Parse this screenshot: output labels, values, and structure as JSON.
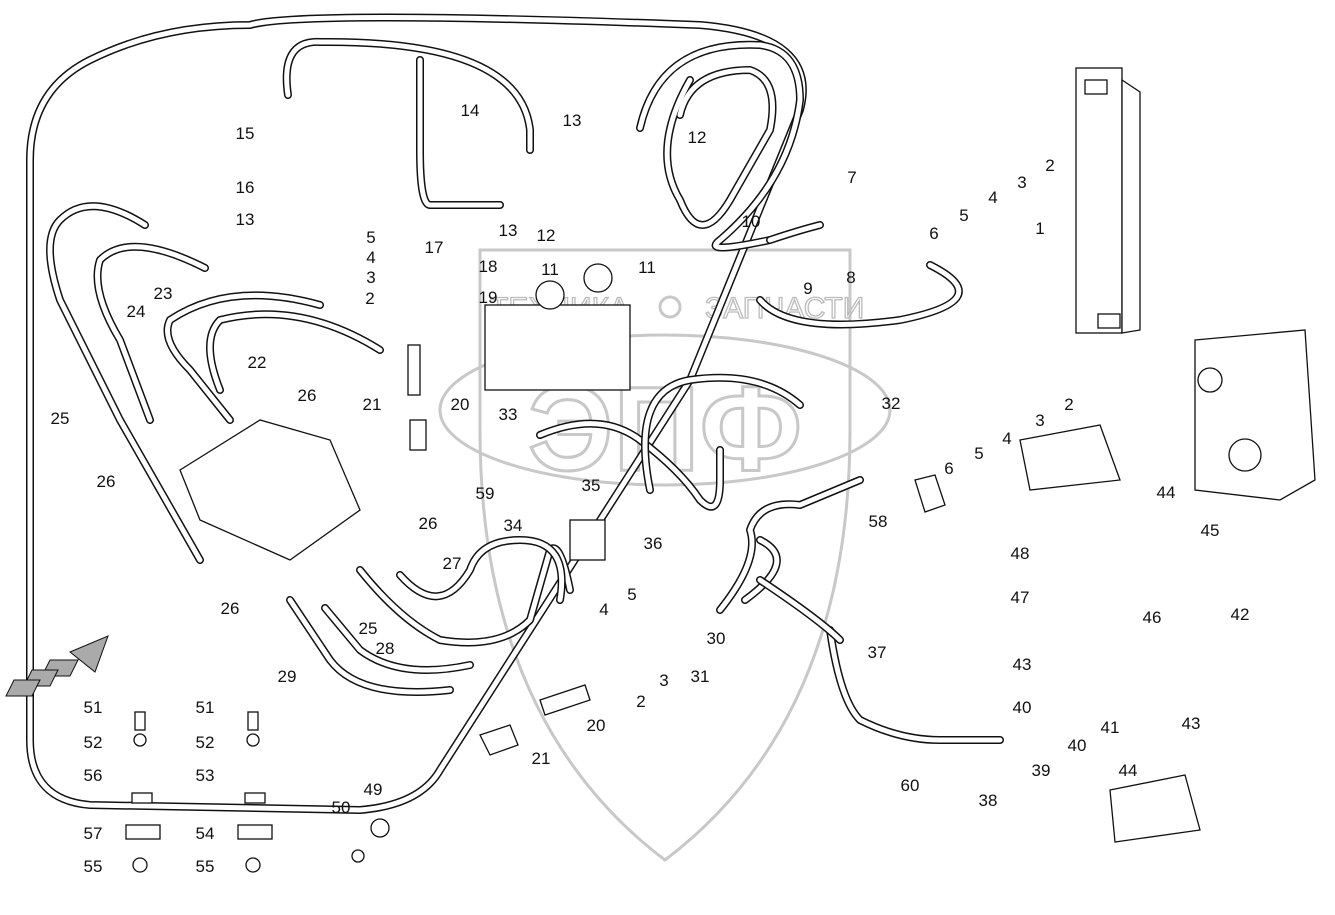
{
  "watermark": {
    "left_text": "ТЕХНИКА",
    "right_text": "ЗАПЧАСТИ",
    "logo_letters": "ЭПФ",
    "color": "#c8c8c8"
  },
  "part_labels": [
    "1",
    "2",
    "3",
    "4",
    "5",
    "6",
    "7",
    "8",
    "9",
    "10",
    "11",
    "11",
    "12",
    "12",
    "13",
    "13",
    "13",
    "14",
    "15",
    "16",
    "17",
    "18",
    "19",
    "20",
    "20",
    "21",
    "21",
    "22",
    "23",
    "24",
    "25",
    "25",
    "26",
    "26",
    "26",
    "26",
    "27",
    "28",
    "29",
    "30",
    "31",
    "32",
    "33",
    "34",
    "35",
    "36",
    "37",
    "38",
    "39",
    "40",
    "40",
    "41",
    "42",
    "43",
    "43",
    "44",
    "44",
    "45",
    "46",
    "47",
    "48",
    "49",
    "50",
    "51",
    "51",
    "52",
    "52",
    "53",
    "54",
    "55",
    "55",
    "56",
    "57",
    "58",
    "59",
    "60",
    "2",
    "3",
    "4",
    "5",
    "2",
    "3",
    "4",
    "5",
    "6",
    "2",
    "3",
    "4",
    "5"
  ],
  "direction_arrow_icon": "forward-arrow-icon"
}
